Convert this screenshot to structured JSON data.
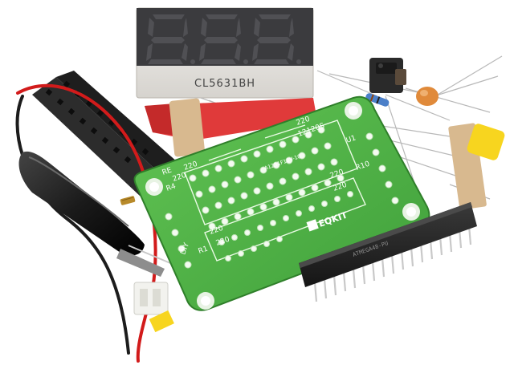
{
  "display": {
    "part_number": "CL5631BH"
  },
  "pcb": {
    "brand": "EQKIT",
    "version": "12120S",
    "silk_resistor_value": "220",
    "silk_r1": "R1",
    "silk_r10": "R10",
    "silk_u1": "U1",
    "silk_diy": "DIY",
    "silk_re": "RE",
    "silk_r4": "R4",
    "silk_model": "A1231F10V-10"
  },
  "chip": {
    "marking": "ATMEGA48-PU"
  },
  "colors": {
    "pcb_green": "#54b848",
    "display_body": "#e9e7e3",
    "display_face": "#3a3a3c",
    "chip_black": "#222222",
    "wire_red": "#d21b1b",
    "wire_black": "#1c1c1c",
    "tape": "#d8b98f",
    "capacitor_yellow": "#f7d51f",
    "ceramic_cap": "#e08a3a"
  }
}
